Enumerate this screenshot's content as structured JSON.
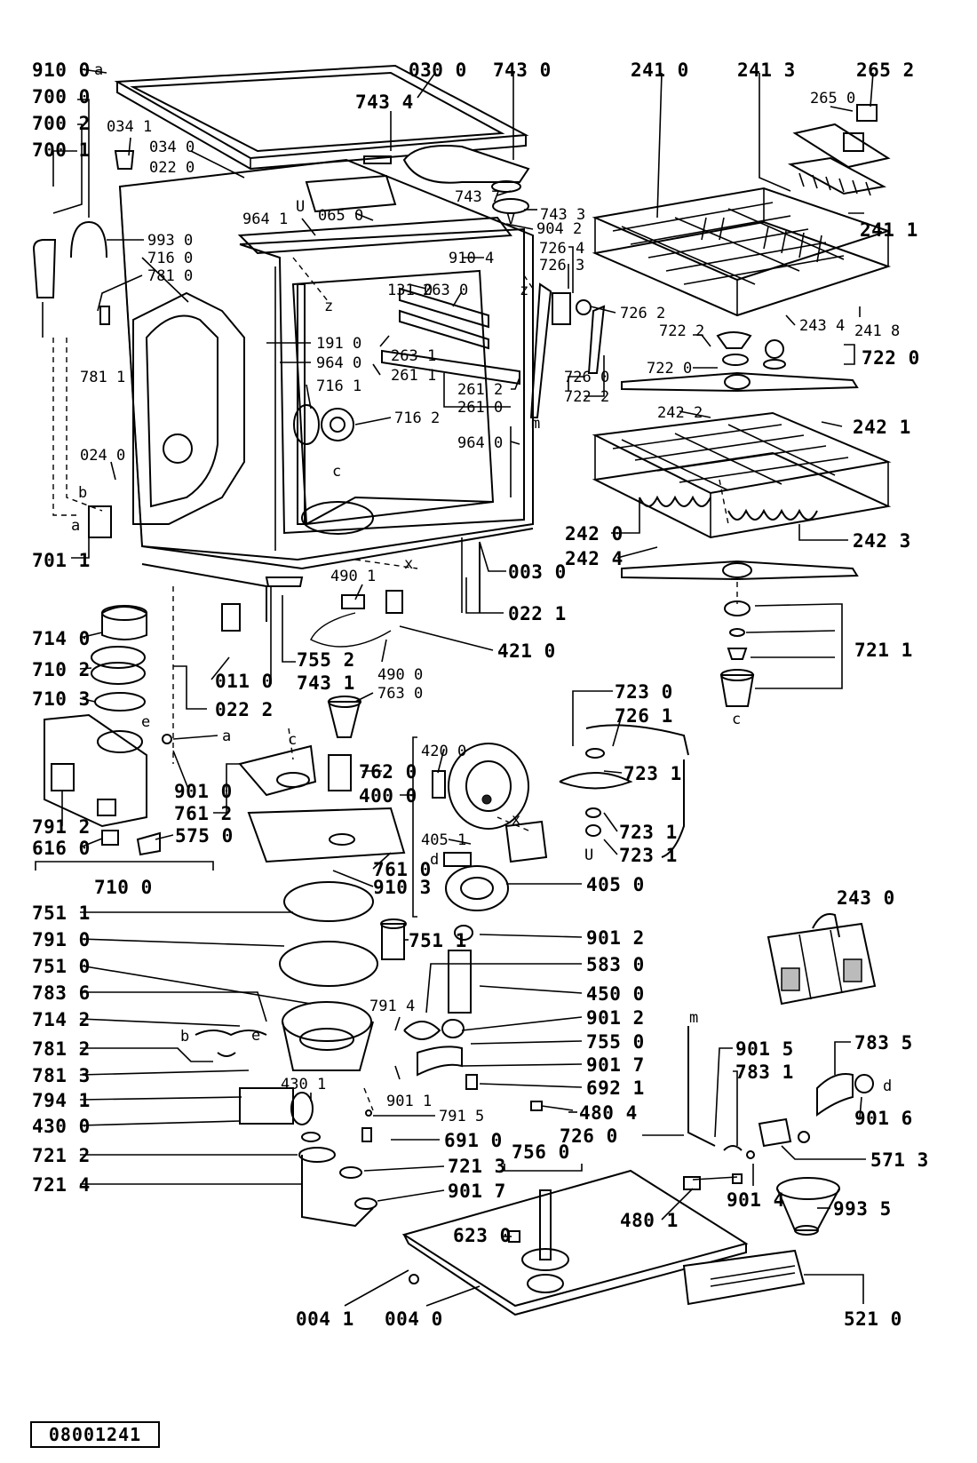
{
  "document_code": "08001241",
  "labels": {
    "l_910_0": "910 0",
    "l_700_0": "700 0",
    "l_700_2": "700 2",
    "l_700_1": "700 1",
    "l_034_1": "034 1",
    "l_034_0": "034 0",
    "l_022_0": "022 0",
    "l_030_0": "030 0",
    "l_743_0": "743 0",
    "l_743_4": "743 4",
    "l_743_7": "743 7",
    "l_743_3": "743 3",
    "l_904_2": "904 2",
    "l_726_4": "726 4",
    "l_726_3": "726 3",
    "l_726_2": "726 2",
    "l_726_0a": "726 0",
    "l_722_2a": "722 2",
    "l_241_0": "241 0",
    "l_241_3": "241 3",
    "l_265_2": "265 2",
    "l_265_0": "265 0",
    "l_241_1": "241 1",
    "l_243_4": "243 4",
    "l_241_8": "241 8",
    "l_722_2b": "722 2",
    "l_722_0a": "722 0",
    "l_722_0b": "722 0",
    "l_964_1": "964 1",
    "l_065_0": "065 0",
    "l_993_0": "993 0",
    "l_716_0": "716 0",
    "l_781_0": "781 0",
    "l_910_4": "910 4",
    "l_131_0": "131 0",
    "l_263_0": "263 0",
    "l_263_1": "263 1",
    "l_261_1": "261 1",
    "l_261_2": "261 2",
    "l_261_0": "261 0",
    "l_191_0": "191 0",
    "l_964_0a": "964 0",
    "l_716_1": "716 1",
    "l_716_2": "716 2",
    "l_964_0b": "964 0",
    "l_781_1": "781 1",
    "l_024_0": "024 0",
    "l_701_1": "701 1",
    "l_242_2": "242 2",
    "l_242_1": "242 1",
    "l_242_0": "242 0",
    "l_242_3": "242 3",
    "l_242_4": "242 4",
    "l_003_0": "003 0",
    "l_022_1": "022 1",
    "l_490_1": "490 1",
    "l_421_0": "421 0",
    "l_490_0": "490 0",
    "l_755_2": "755 2",
    "l_743_1": "743 1",
    "l_011_0": "011 0",
    "l_022_2": "022 2",
    "l_714_0": "714 0",
    "l_710_2": "710 2",
    "l_710_3": "710 3",
    "l_763_0": "763 0",
    "l_721_1a": "721 1",
    "l_723_0": "723 0",
    "l_726_1": "726 1",
    "l_723_1a": "723 1",
    "l_723_1b": "723 1",
    "l_723_1c": "723 1",
    "l_420_0": "420 0",
    "l_400_0": "400 0",
    "l_762_0": "762 0",
    "l_901_0": "901 0",
    "l_761_2": "761 2",
    "l_791_2": "791 2",
    "l_616_0": "616 0",
    "l_575_0": "575 0",
    "l_710_0": "710 0",
    "l_761_0": "761 0",
    "l_910_3": "910 3",
    "l_405_1": "405 1",
    "l_405_0": "405 0",
    "l_751_1a": "751 1",
    "l_751_1b": "751 1",
    "l_791_0": "791 0",
    "l_751_0": "751 0",
    "l_901_2a": "901 2",
    "l_583_0": "583 0",
    "l_450_0": "450 0",
    "l_243_0": "243 0",
    "l_783_6": "783 6",
    "l_791_4": "791 4",
    "l_901_2b": "901 2",
    "l_714_2": "714 2",
    "l_755_0": "755 0",
    "l_781_2": "781 2",
    "l_901_7a": "901 7",
    "l_781_3": "781 3",
    "l_692_1": "692 1",
    "l_794_1": "794 1",
    "l_430_1": "430 1",
    "l_901_1": "901 1",
    "l_430_0": "430 0",
    "l_791_5": "791 5",
    "l_480_4": "480 4",
    "l_691_0": "691 0",
    "l_721_2": "721 2",
    "l_721_3": "721 3",
    "l_721_4": "721 4",
    "l_901_7b": "901 7",
    "l_756_0": "756 0",
    "l_623_0": "623 0",
    "l_004_1": "004 1",
    "l_004_0": "004 0",
    "l_521_0": "521 0",
    "l_480_1": "480 1",
    "l_993_5": "993 5",
    "l_901_4": "901 4",
    "l_726_0b": "726 0",
    "l_571_3": "571 3",
    "l_901_5": "901 5",
    "l_783_1": "783 1",
    "l_783_5": "783 5",
    "l_901_6": "901 6"
  },
  "markers": {
    "m_a1": "a",
    "m_a2": "a",
    "m_a3": "a",
    "m_b1": "b",
    "m_b2": "b",
    "m_c1": "c",
    "m_c2": "c",
    "m_c3": "c",
    "m_d1": "d",
    "m_d2": "d",
    "m_e1": "e",
    "m_e2": "e",
    "m_m1": "m",
    "m_m2": "m",
    "m_u1": "U",
    "m_u2": "U",
    "m_v1": "V",
    "m_x1": "x",
    "m_x2": "x",
    "m_z1": "z",
    "m_z2": "z"
  }
}
